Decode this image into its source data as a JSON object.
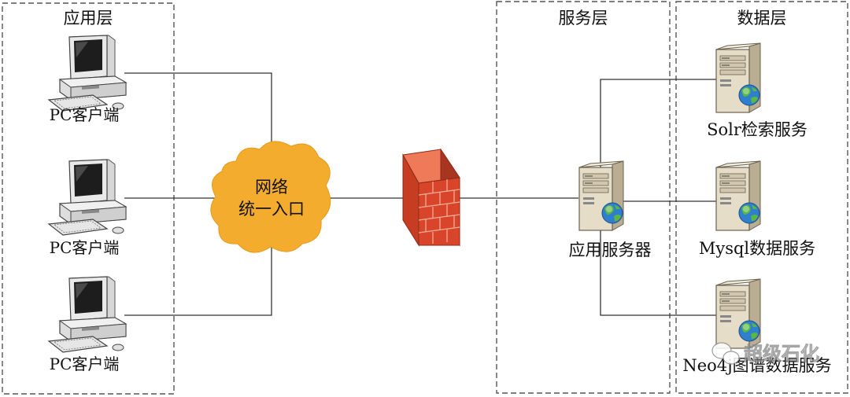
{
  "layers": {
    "app": "应用层",
    "service": "服务层",
    "data": "数据层"
  },
  "clients": [
    {
      "label": "PC客户端"
    },
    {
      "label": "PC客户端"
    },
    {
      "label": "PC客户端"
    }
  ],
  "network": {
    "line1": "网络",
    "line2": "统一入口"
  },
  "app_server": {
    "label": "应用服务器"
  },
  "data_services": [
    {
      "label": "Solr检索服务"
    },
    {
      "label": "Mysql数据服务"
    },
    {
      "label": "Neo4j图谱数据服务"
    }
  ],
  "watermark": {
    "text": "超级石化"
  },
  "icons": {
    "computer": "desktop-computer-icon",
    "server": "server-globe-icon",
    "firewall": "brick-firewall-icon",
    "cloud": "cloud-icon"
  },
  "colors": {
    "cloud": "#F4AC2E",
    "firewall": "#D8452A",
    "server_body": "#E6DDC8",
    "line": "#333333",
    "dashed_border": "#555555"
  }
}
